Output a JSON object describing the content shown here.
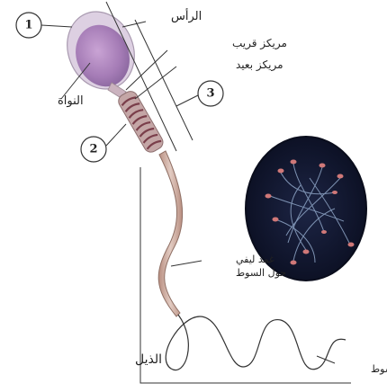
{
  "labels": {
    "head": "الرأس",
    "proximal_centriole": "مريكز قريب",
    "distal_centriole": "مريكز بعيد",
    "nucleus": "النواة",
    "mitochondrial_sheath_line1": "غمد ليفي",
    "mitochondrial_sheath_line2": "حول السوط",
    "tail": "الذيل",
    "flagellum": "السوط"
  },
  "numbers": {
    "n1": "1",
    "n2": "2",
    "n3": "3"
  },
  "colors": {
    "head_fill": "#b88fc4",
    "head_rim": "#d9c4df",
    "midpiece": "#c8b0a8",
    "tail": "#c9a99c",
    "inset_bg": "#141a33",
    "line": "#333333"
  }
}
